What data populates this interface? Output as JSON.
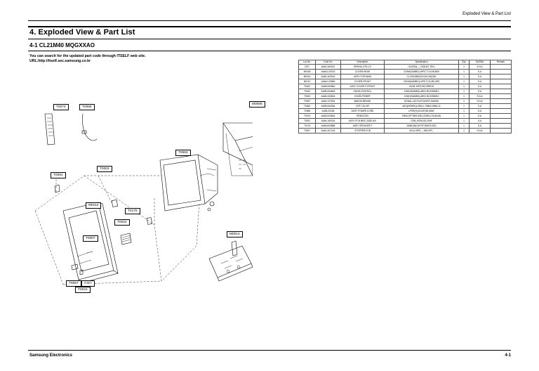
{
  "header": {
    "right_text": "Exploded View & Part List"
  },
  "title": "4. Exploded View & Part List",
  "subtitle": "4-1 CL21M40 MQGXXAO",
  "note": {
    "line1": "You can search for the updated part code through ITSELF web site.",
    "line2": "URL:http://itself.sec.samsung.co.kr"
  },
  "table": {
    "headers": [
      "Loc.No.",
      "Code No.",
      "Description",
      "Specification",
      "Q'ty",
      "SA/SNA",
      "Remark"
    ],
    "rows": [
      [
        "CIS7",
        "AA61-60002J",
        "SPRING-STD-CV",
        "-,SUS304,-,-,OD6,W7,TEN,-",
        "1",
        "S.N.A",
        ""
      ],
      [
        "M0006",
        "AA64-01937A",
        "COVER-REAR",
        "21INH(SAMBO),HIPS,T2.5,HB,BK5",
        "1",
        "S.A",
        ""
      ],
      [
        "M0014",
        "AA64-16031A",
        "ASSY PCB MAIN",
        "CL21M40MQGXXAO,MQ300",
        "1",
        "S.A",
        ""
      ],
      [
        "M0112",
        "AA64-01936A",
        "COVER-FRONT",
        "21INH(SAMBO),HIPS,T2.5,HB,GR5",
        "1",
        "S.A",
        ""
      ],
      [
        "T0002",
        "AA96-06056A",
        "ASSY COVER P-FRONT",
        "21INE,HIPS,HB,GRE5,B",
        "1",
        "S.A",
        ""
      ],
      [
        "T0022",
        "AA96-06060A",
        "KNOB-CONTROL",
        "21INH(SAMBO),ABS,HB,SVN5810",
        "1",
        "S.A",
        ""
      ],
      [
        "T0023",
        "AA64-06452A",
        "KNOB-POWER",
        "21INH(SAMBO),ABS,HB,SVN5810",
        "1",
        "S.N.A",
        ""
      ],
      [
        "T0057",
        "AA64-11752A",
        "BADGE-BRAND",
        "NONAL,LID,FLAT,SILVER,SAMSU",
        "1",
        "S.N.A",
        ""
      ],
      [
        "T0063",
        "AA59-06403A",
        "CRT COLOR",
        "A51QDR99X(LG89),1.70MM,1BMA,11",
        "1",
        "S.A",
        ""
      ],
      [
        "T0068",
        "AA96-20185",
        "ASSY POWER CORD",
        "LPSR(H),ELVDT,BK,BNIF",
        "1",
        "S.A",
        ""
      ],
      [
        "T0074",
        "AA59-00362A",
        "REMOCON",
        "TM94,OP,TM90,ENG,EURA,CIS,IB,MU",
        "1",
        "S.A",
        ""
      ],
      [
        "T0091",
        "AA64-16013A",
        "ASSY PCB MISC-SIDE AIV",
        "CSM_MTAV,SIC,RNF",
        "1",
        "S.A",
        ""
      ],
      [
        "T0175",
        "AA96-60068B",
        "ASSY SPEAKER P",
        "16/8Ω,5W,VISTIF,NS679,S3G",
        "1",
        "S.A",
        ""
      ],
      [
        "T0007",
        "AA61-40713A",
        "STOPPER-PCB",
        "S014 HIPS,-,-,HB,NTR,-",
        "1",
        "S.N.A",
        ""
      ]
    ]
  },
  "diagram": {
    "labels": {
      "T0074": "T0074",
      "T0068": "T0068",
      "M0006": "M0006",
      "T0063": "T0063",
      "T0091": "T0091",
      "T0003": "T0003",
      "M0112": "M0112",
      "T0175": "T0175",
      "T0022": "T0022",
      "T0007": "T0007",
      "M0014": "M0014",
      "T0057": "T0057",
      "CIS7": "CIS7",
      "T0023": "T0023"
    }
  },
  "footer": {
    "left": "Samsung Electronics",
    "right": "4-1"
  }
}
